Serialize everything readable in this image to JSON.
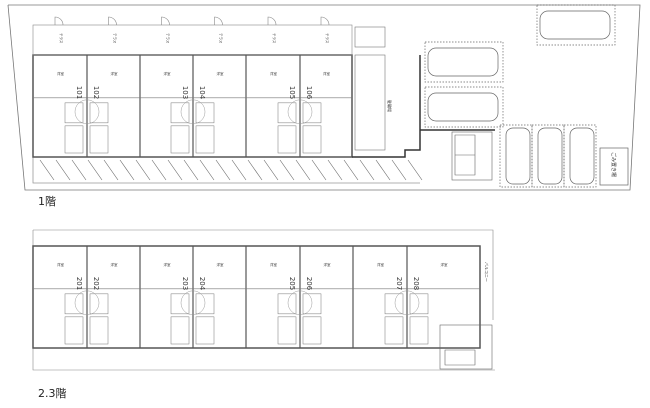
{
  "floors": [
    {
      "label": "1階",
      "units": [
        "101",
        "102",
        "103",
        "104",
        "105",
        "106"
      ],
      "terrace_label": "テラス",
      "room_label": "洋室",
      "bicycle_label": "駐輪場",
      "garbage_label": "ごみ置き場"
    },
    {
      "label": "2.3階",
      "units": [
        "201",
        "202",
        "203",
        "204",
        "205",
        "206",
        "207",
        "208"
      ],
      "room_label": "洋室",
      "balcony_label": "バルコニー"
    }
  ],
  "colors": {
    "wall": "#555555",
    "line": "#888888",
    "background": "#ffffff"
  }
}
